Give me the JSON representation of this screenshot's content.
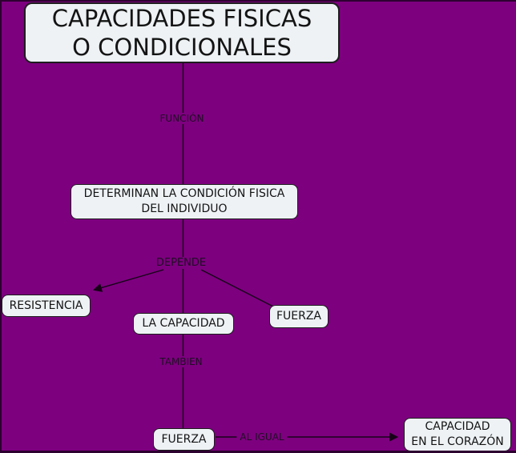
{
  "diagram": {
    "title": "CAPACIDADES FISICAS O CONDICIONALES",
    "type": "concept-map",
    "nodes": {
      "root": {
        "label": "CAPACIDADES FISICAS\nO CONDICIONALES"
      },
      "determinan": {
        "label": "DETERMINAN LA CONDICIÓN FISICA\nDEL INDIVIDUO"
      },
      "resistencia": {
        "label": "RESISTENCIA"
      },
      "la_capacidad": {
        "label": "LA CAPACIDAD"
      },
      "fuerza_right": {
        "label": "FUERZA"
      },
      "fuerza_bottom": {
        "label": "FUERZA"
      },
      "capacidad_corazon": {
        "label": "CAPACIDAD\nEN EL CORAZÓN"
      }
    },
    "link_labels": {
      "funcion": "FUNCIÓN",
      "depende": "DEPENDE",
      "tambien": "TAMBIEN",
      "al_igual": "AL IGUAL"
    },
    "colors": {
      "background": "#7d007f",
      "edge_border": "#2d0130",
      "node_fill": "#eef2f5",
      "node_border": "#1e1e1e",
      "line": "#170218",
      "text": "#141414"
    }
  }
}
